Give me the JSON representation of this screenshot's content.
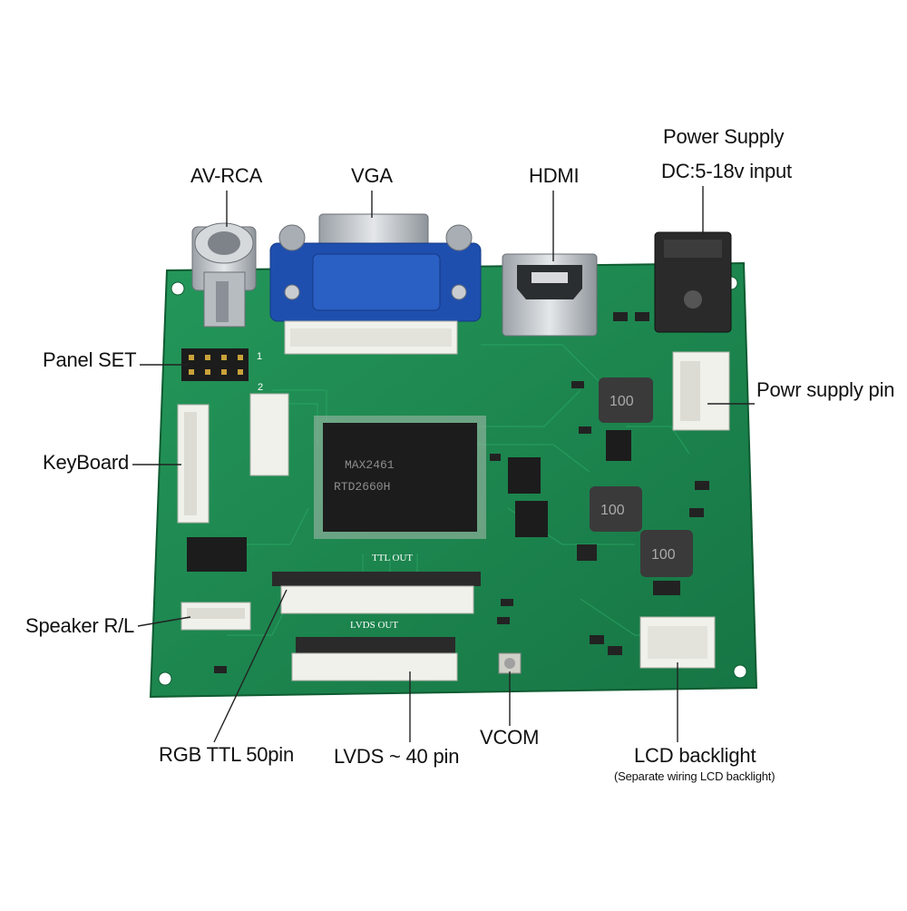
{
  "labels": {
    "av_rca": "AV-RCA",
    "vga": "VGA",
    "hdmi": "HDMI",
    "power_supply": "Power Supply",
    "dc_input": "DC:5-18v input",
    "panel_set": "Panel SET",
    "powr_supply_pin": "Powr supply pin",
    "keyboard": "KeyBoard",
    "speaker": "Speaker R/L",
    "rgb_ttl": "RGB TTL 50pin",
    "lvds": "LVDS ~ 40 pin",
    "vcom": "VCOM",
    "lcd_backlight": "LCD backlight",
    "lcd_backlight_note": "(Separate wiring LCD backlight)"
  },
  "board_marks": {
    "ttl_out": "TTL OUT",
    "lvds_out": "LVDS OUT",
    "inductor_1": "100",
    "inductor_2": "100",
    "inductor_3": "100",
    "chip_line_1": "RTD2660H",
    "chip_line_2": "MAX2461",
    "pin_1": "1",
    "pin_2": "2"
  },
  "colors": {
    "pcb": "#1f8a4e",
    "pcb_dark": "#146b3a",
    "vga_blue": "#1f4fae",
    "metal": "#c9cdd1",
    "connector_white": "#f1f1ec",
    "ic_black": "#1c1c1c",
    "leader_line": "#222222"
  }
}
